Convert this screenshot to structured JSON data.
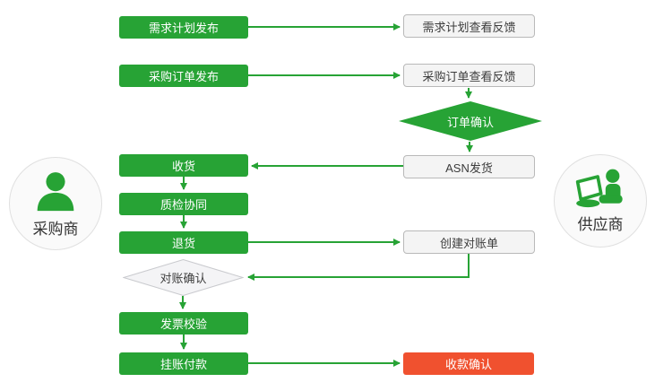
{
  "colors": {
    "green": "#27A335",
    "red": "#F0512F",
    "light_box_fill": "#F4F4F4",
    "light_box_border": "#B9B9B9",
    "diamond_light_fill": "#F4F4F6",
    "diamond_light_border": "#C9CACE",
    "circle_fill": "#FAFAFA",
    "circle_border": "#E0E0E0",
    "text_dark": "#3C3C3C",
    "text_on_green": "#FFFFFF"
  },
  "actors": {
    "buyer": {
      "label": "采购商",
      "icon": "person-icon"
    },
    "supplier": {
      "label": "供应商",
      "icon": "person-laptop-icon"
    }
  },
  "buyer_nodes": {
    "demand_plan_publish": {
      "label": "需求计划发布"
    },
    "po_publish": {
      "label": "采购订单发布"
    },
    "receive_goods": {
      "label": "收货"
    },
    "quality_collab": {
      "label": "质检协同"
    },
    "return_goods": {
      "label": "退货"
    },
    "reconcile_confirm": {
      "label": "对账确认"
    },
    "invoice_verify": {
      "label": "发票校验"
    },
    "book_payment": {
      "label": "挂账付款"
    }
  },
  "supplier_nodes": {
    "demand_plan_view": {
      "label": "需求计划查看反馈"
    },
    "po_view": {
      "label": "采购订单查看反馈"
    },
    "order_confirm": {
      "label": "订单确认"
    },
    "asn_ship": {
      "label": "ASN发货"
    },
    "create_statement": {
      "label": "创建对账单"
    },
    "receipt_confirm": {
      "label": "收款确认"
    }
  }
}
